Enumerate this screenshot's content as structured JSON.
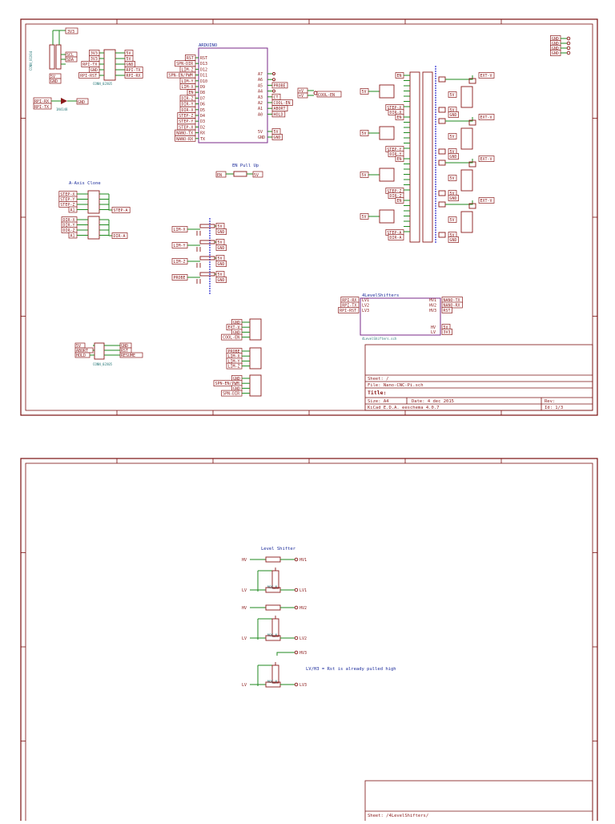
{
  "sheet1": {
    "titleblock": {
      "sheet": "Sheet: /",
      "file": "File: Nano-CNC-Pi.sch",
      "title": "Title:",
      "size": "Size: A4",
      "date": "Date: 4 dec 2015",
      "rev": "Rev:",
      "kicad": "KiCad E.D.A.  eeschema 4.0.7",
      "id": "Id: 1/3"
    },
    "headings": {
      "en_pullup": "EN Pull Up",
      "a_axis": "A-Axis Clone",
      "arduino": "ARDUINO",
      "level_block": "4LevelShifters",
      "level_file": "4LevelShifters.sch"
    },
    "mcu": {
      "name": "ARDUINO",
      "left_nets": [
        "RST",
        "SPN-DIR",
        "LIM-Z",
        "SPN-EN/PWM",
        "LIM-Y",
        "LIM-X",
        "EN",
        "DIR-Z",
        "DIR-Y",
        "DIR-X",
        "STEP-Z",
        "STEP-Y",
        "STEP-X",
        "NANO-TX",
        "NANO-RX"
      ],
      "left_pins": [
        "RST",
        "D13",
        "D12",
        "D11",
        "D10",
        "D9",
        "D8",
        "D7",
        "D6",
        "D5",
        "D4",
        "D3",
        "D2",
        "RX",
        "TX"
      ],
      "right_pins": [
        "A7",
        "A6",
        "A5",
        "A4",
        "A3",
        "A2",
        "A1",
        "A0",
        "5V",
        "GND"
      ],
      "right_nets": [
        "",
        "",
        "PROBE",
        "",
        "CT",
        "COOL-EN",
        "ABORT",
        "HOLD",
        "5V",
        "GND"
      ]
    },
    "drivers": [
      {
        "step": "STEP-X",
        "dir": "DIR-X"
      },
      {
        "step": "STEP-Y",
        "dir": "DIR-Y"
      },
      {
        "step": "STEP-Z",
        "dir": "DIR-Z"
      },
      {
        "step": "STEP-A",
        "dir": "DIR-A"
      }
    ],
    "nets": {
      "gnd": "GND",
      "v5": "5V",
      "v3": "3V3",
      "ext": "EXT-V",
      "en": "EN",
      "rst": "RST",
      "rpi_rx": "RPI-RX",
      "rpi_tx": "RPI-TX",
      "rpi_rst": "RPI-RST",
      "nano_tx": "NANO-TX",
      "nano_rx": "NANO-RX",
      "cool": "COOL-EN",
      "probe": "PROBE",
      "abort": "ABORT",
      "hold": "HOLD",
      "resume": "RESUME",
      "spn_en": "SPN-EN/PWM",
      "spn_dir": "SPN-DIR",
      "step_a": "STEP-A",
      "dir_a": "DIR-A",
      "lim_x": "LIM-X",
      "lim_y": "LIM-Y",
      "lim_z": "LIM-Z",
      "tv": "+V"
    },
    "conn_labels": {
      "conn_2x05": "CONN_02X05",
      "hv1": "HV1",
      "hv2": "HV2",
      "hv3": "HV3",
      "lv1": "LV1",
      "lv2": "LV2",
      "lv3": "LV3",
      "hv": "HV",
      "lv": "LV"
    }
  },
  "sheet2": {
    "title": "Level Shifter",
    "note": "LV/H3 = Rst is already pulled high",
    "hv": "HV",
    "lv": "LV",
    "outs_hv": [
      "HV1",
      "HV2",
      "HV3"
    ],
    "outs_lv": [
      "LV1",
      "LV2",
      "LV3"
    ],
    "mos": "MOS_N",
    "sheet_label": "Sheet: /4LevelShifters/"
  },
  "colors": {
    "frame": "#7a1010",
    "wire": "#1f8a1f",
    "ic": "#7a2a8a",
    "blue": "#1a2a9a"
  }
}
